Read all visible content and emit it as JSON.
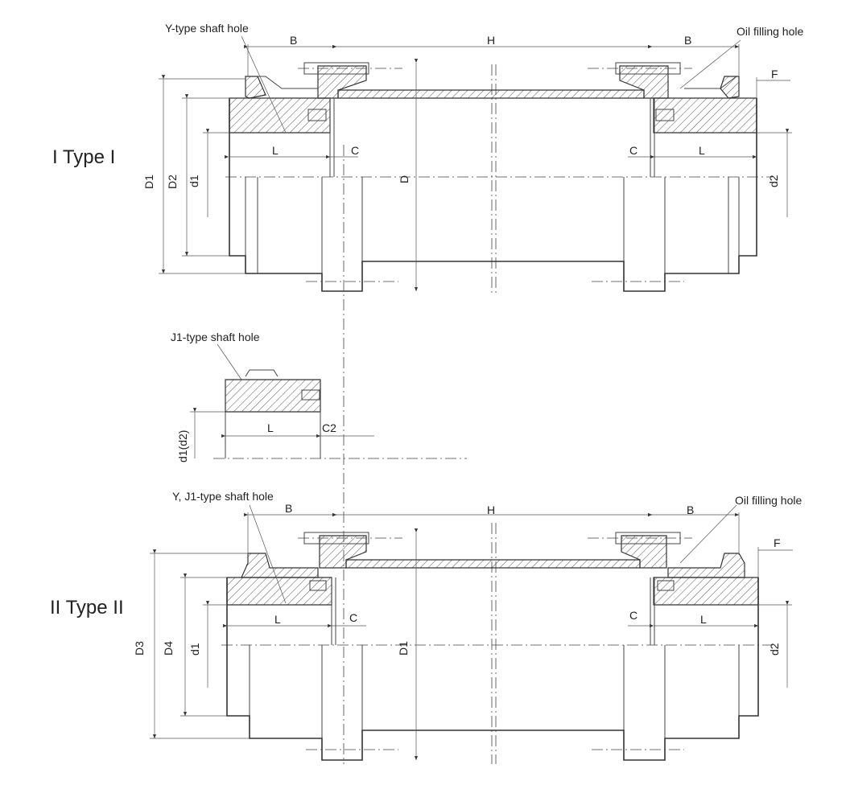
{
  "type1": {
    "title": "I Type I",
    "y_hole_label": "Y-type shaft hole",
    "oil_label": "Oil filling hole",
    "dims": {
      "B_left": "B",
      "H": "H",
      "B_right": "B",
      "F": "F",
      "L_left": "L",
      "C_left": "C",
      "C_right": "C",
      "L_right": "L",
      "D1": "D1",
      "D2": "D2",
      "d1": "d1",
      "D": "D",
      "d2": "d2"
    }
  },
  "j1": {
    "label": "J1-type shaft hole",
    "dims": {
      "L": "L",
      "C2": "C2",
      "d": "d1(d2)"
    }
  },
  "type2": {
    "title": "II Type II",
    "hole_label": "Y, J1-type shaft hole",
    "oil_label": "Oil filling hole",
    "dims": {
      "B_left": "B",
      "H": "H",
      "B_right": "B",
      "F": "F",
      "L_left": "L",
      "C_left": "C",
      "C_right": "C",
      "L_right": "L",
      "D3": "D3",
      "D4": "D4",
      "d1": "d1",
      "D1": "D1",
      "d2": "d2"
    }
  }
}
